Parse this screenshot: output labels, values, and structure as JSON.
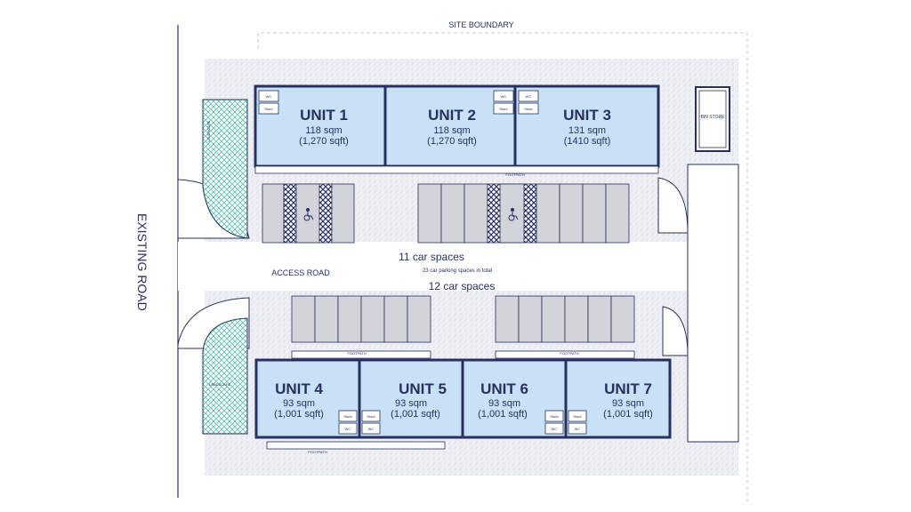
{
  "labels": {
    "site_boundary": "SITE BOUNDARY",
    "existing_road": "EXISTING ROAD",
    "access_road": "ACCESS ROAD",
    "car_spaces_top": "11 car spaces",
    "car_total": "23 car parking spaces in total",
    "car_spaces_bottom": "12 car spaces",
    "bin_store": "BIN STORE",
    "landscape": "LANDSCAPE",
    "footpath": "FOOTPATH",
    "wc": "WC",
    "store": "Store"
  },
  "units": [
    {
      "name": "UNIT 1",
      "sqm": "118 sqm",
      "sqft": "(1,270 sqft)"
    },
    {
      "name": "UNIT 2",
      "sqm": "118 sqm",
      "sqft": "(1,270 sqft)"
    },
    {
      "name": "UNIT 3",
      "sqm": "131 sqm",
      "sqft": "(1410 sqft)"
    },
    {
      "name": "UNIT 4",
      "sqm": "93 sqm",
      "sqft": "(1,001  sqft)"
    },
    {
      "name": "UNIT 5",
      "sqm": "93 sqm",
      "sqft": "(1,001  sqft)"
    },
    {
      "name": "UNIT 6",
      "sqm": "93 sqm",
      "sqft": "(1,001  sqft)"
    },
    {
      "name": "UNIT 7",
      "sqm": "93 sqm",
      "sqft": "(1,001  sqft)"
    }
  ],
  "colors": {
    "outline": "#27305f",
    "unit_fill": "#c9e1f6",
    "parking_fill": "#d2d4da",
    "landscape_fill": "#6fc9b8",
    "gravel": "#eef0f4"
  },
  "icons": {
    "accessible_parking": "wheelchair-icon"
  }
}
